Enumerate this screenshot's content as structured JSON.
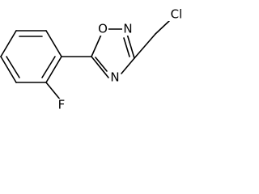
{
  "molecule": {
    "atoms": {
      "O1": "O",
      "N2": "N",
      "N4": "N",
      "Cl": "Cl",
      "F": "F"
    }
  },
  "colors": {
    "bond": "#000000",
    "label": "#000000",
    "background": "#ffffff"
  }
}
